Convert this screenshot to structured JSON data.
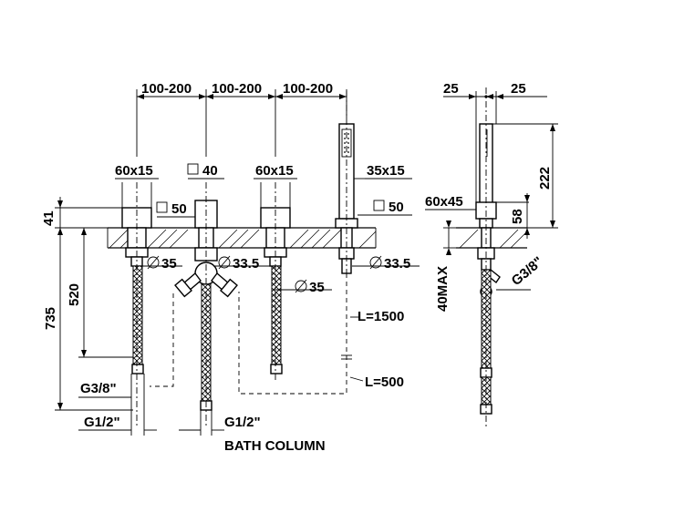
{
  "dimensions": {
    "spacing_1": "100-200",
    "spacing_2": "100-200",
    "spacing_3": "100-200",
    "handle_left": "60x15",
    "square_40": "40",
    "handle_right": "60x15",
    "handshower": "35x15",
    "square_50_a": "50",
    "square_50_b": "50",
    "height_41": "41",
    "depth_520": "520",
    "depth_735": "735",
    "dia_35_a": "35",
    "dia_33_5_a": "33.5",
    "dia_35_b": "35",
    "dia_33_5_b": "33.5",
    "hose_1500": "L=1500",
    "hose_500": "L=500",
    "thread_g38": "G3/8\"",
    "thread_g12_a": "G1/2\"",
    "thread_g12_b": "G1/2\"",
    "bath_column": "BATH COLUMN",
    "side_25_a": "25",
    "side_25_b": "25",
    "side_222": "222",
    "side_60x45": "60x45",
    "side_58": "58",
    "side_40max": "40MAX",
    "side_g38": "G3/8\""
  }
}
